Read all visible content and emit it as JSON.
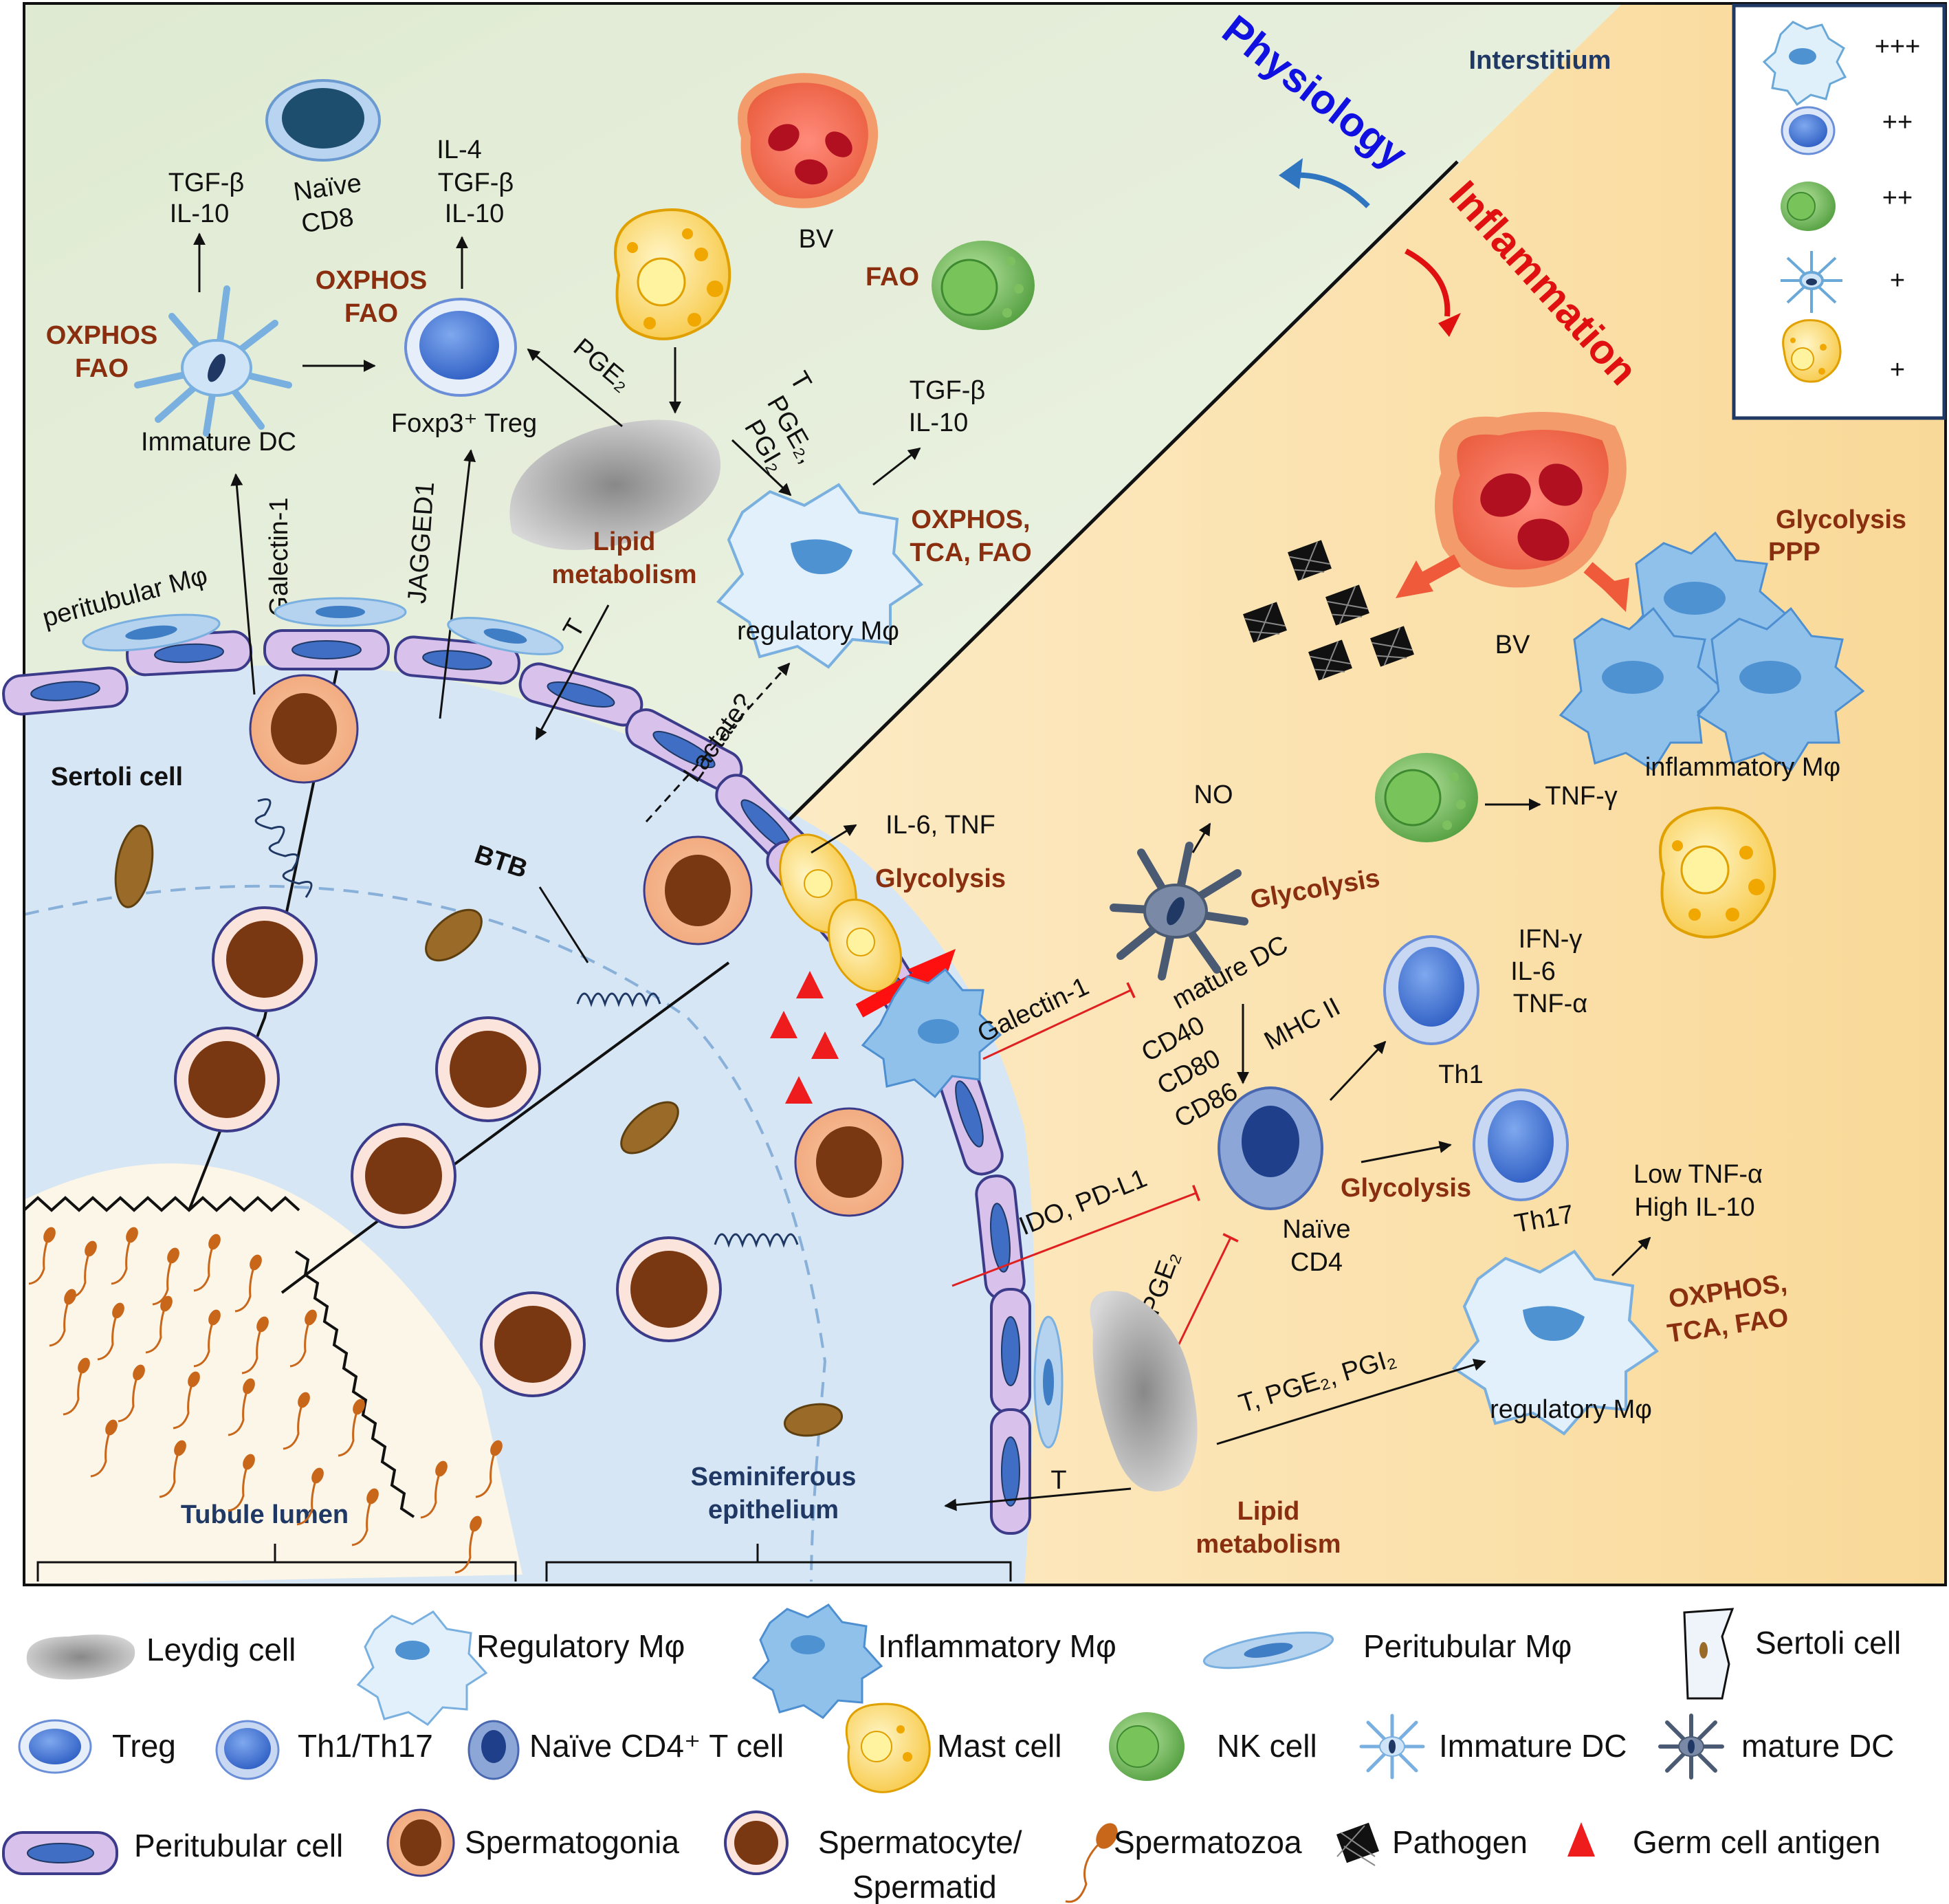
{
  "regions": {
    "physiology": "Physiology",
    "inflammation": "Inflammation",
    "interstitium": "Interstitium",
    "sertoli_cell": "Sertoli cell",
    "btb": "BTB",
    "tubule_lumen": "Tubule lumen",
    "seminiferous_epithelium_1": "Seminiferous",
    "seminiferous_epithelium_2": "epithelium"
  },
  "legend_box": {
    "rows": [
      "+++",
      "++",
      "++",
      "+",
      "+"
    ]
  },
  "physiology_labels": {
    "tgfb": "TGF-β",
    "il10": "IL-10",
    "naive_cd8_1": "Naïve",
    "naive_cd8_2": "CD8",
    "il4": "IL-4",
    "treg_tgfb": "TGF-β",
    "treg_il10": "IL-10",
    "bv": "BV",
    "fao": "FAO",
    "oxphos1": "OXPHOS",
    "fao1": "FAO",
    "oxphos2": "OXPHOS",
    "fao2": "FAO",
    "immature_dc": "Immature DC",
    "foxp3_treg": "Foxp3⁺ Treg",
    "pge2": "PGE₂",
    "t_label": "T",
    "pge2_comma": "PGE₂,",
    "pgi2": "PGI₂",
    "mphi_tgfb": "TGF-β",
    "mphi_il10": "IL-10",
    "oxphos_tca_fao_1": "OXPHOS,",
    "oxphos_tca_fao_2": "TCA, FAO",
    "regulatory_mphi": "regulatory Mφ",
    "lipid1": "Lipid",
    "lipid2": "metabolism",
    "galectin": "Galectin-1",
    "jagged": "JAGGED1",
    "peritubular_mphi": "peritubular Mφ",
    "t_down": "T",
    "lactate": "Lactate?"
  },
  "inflammation_labels": {
    "il6_tnf": "IL-6, TNF",
    "glycolysis_mast": "Glycolysis",
    "no": "NO",
    "glycolysis_dc": "Glycolysis",
    "mature_dc": "mature DC",
    "tnf_gamma": "TNF-γ",
    "inflammatory_mphi": "inflammatory Mφ",
    "glycolysis_ppp_1": "Glycolysis",
    "glycolysis_ppp_2": "PPP",
    "bv": "BV",
    "galectin": "Galectin-1",
    "cd40": "CD40",
    "cd80": "CD80",
    "cd86": "CD86",
    "mhc2": "MHC II",
    "ifn": "IFN-γ",
    "il6": "IL-6",
    "tnfa": "TNF-α",
    "th1": "Th1",
    "th17": "Th17",
    "glycolysis_cd4": "Glycolysis",
    "naive_cd4_1": "Naïve",
    "naive_cd4_2": "CD4",
    "ido": "IDO, PD-L1",
    "pge2": "PGE₂",
    "low_tnf": "Low TNF-α",
    "high_il10": "High IL-10",
    "oxphos1": "OXPHOS,",
    "oxphos2": "TCA, FAO",
    "t_pge_pgi": "T, PGE₂, PGI₂",
    "regulatory_mphi": "regulatory Mφ",
    "t_label": "T",
    "lipid1": "Lipid",
    "lipid2": "metabolism"
  },
  "legend": [
    "Leydig cell",
    "Regulatory Mφ",
    "Inflammatory Mφ",
    "Peritubular Mφ",
    "Sertoli cell",
    "Treg",
    "Th1/Th17",
    "Naïve CD4⁺ T cell",
    "Mast cell",
    "NK cell",
    "Immature DC",
    "mature DC",
    "Peritubular cell",
    "Spermatogonia",
    "Spermatocyte/",
    "Spermatid",
    "Spermatozoa",
    "Pathogen",
    "Germ cell antigen"
  ],
  "colors": {
    "physiology_bg": "#e6efdd",
    "inflammation_bg": "#fbe2b0",
    "tubule_bg": "#d9e8f5",
    "metabolism_text": "#8a2e10",
    "physiology_title": "#1010e0",
    "inflammation_title": "#e01010"
  }
}
